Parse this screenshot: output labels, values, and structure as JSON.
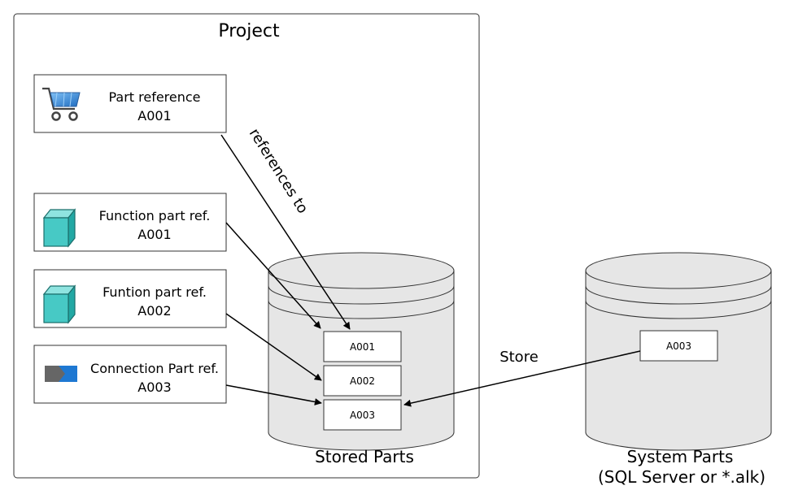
{
  "project": {
    "title": "Project"
  },
  "refs": [
    {
      "icon": "shopping-cart-icon",
      "line1": "Part reference",
      "line2": "A001"
    },
    {
      "icon": "cube-icon",
      "line1": "Function part ref.",
      "line2": "A001"
    },
    {
      "icon": "cube-icon",
      "line1": "Funtion part ref.",
      "line2": "A002"
    },
    {
      "icon": "connector-arrow-icon",
      "line1": "Connection Part ref.",
      "line2": "A003"
    }
  ],
  "arrow_label": "references to",
  "stored": {
    "caption": "Stored Parts",
    "parts": [
      "A001",
      "A002",
      "A003"
    ]
  },
  "system": {
    "caption_line1": "System Parts",
    "caption_line2": "(SQL Server or *.alk)",
    "part": "A003"
  },
  "store_label": "Store",
  "colors": {
    "cylinder": "#e6e6e6",
    "cube": "#40c4c0",
    "cart": "#3b8ad8",
    "connector": "#1e78d2",
    "connector_tip": "#666666"
  }
}
